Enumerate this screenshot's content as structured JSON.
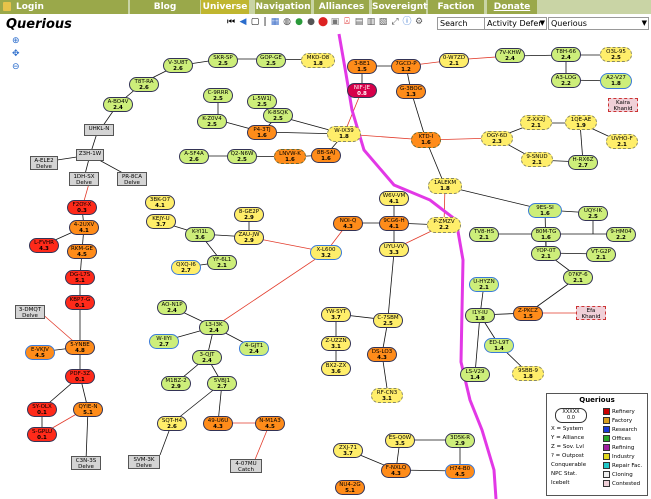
{
  "nav": {
    "login": "Login",
    "items": [
      "Blog",
      "Universe",
      "Navigation",
      "Alliances",
      "Sovereignty",
      "Faction War",
      "Donate"
    ],
    "active": "Universe"
  },
  "page_title": "Querious",
  "toolbar": {
    "search_placeholder": "Search",
    "activity_select": "Activity Defer",
    "region_select": "Querious"
  },
  "colors": {
    "nav_bg": "#9aa84a",
    "nav_active": "#c0b62f",
    "route_line": "#e238e6",
    "connection_line": "#111111",
    "gate_line_red": "#e23a2a"
  },
  "systems": [
    {
      "name": "V-3U8T",
      "sec": "2.6",
      "cls": "g"
    },
    {
      "name": "SKR-SP",
      "sec": "2.5",
      "cls": "g"
    },
    {
      "name": "GOP-GE",
      "sec": "2.5",
      "cls": "g"
    },
    {
      "name": "MKD-O8",
      "sec": "1.8",
      "cls": "y"
    },
    {
      "name": "T8T-RA",
      "sec": "2.6",
      "cls": "g"
    },
    {
      "name": "A-BO4V",
      "sec": "2.4",
      "cls": "g"
    },
    {
      "name": "C-9RRR",
      "sec": "2.5",
      "cls": "g"
    },
    {
      "name": "L-5W1J",
      "sec": "2.5",
      "cls": "g"
    },
    {
      "name": "K-8SQK",
      "sec": "2.5",
      "cls": "g"
    },
    {
      "name": "K-Z0V4",
      "sec": "2.5",
      "cls": "g"
    },
    {
      "name": "P4-3TJ",
      "sec": "1.6",
      "cls": "o"
    },
    {
      "name": "W-IX39",
      "sec": "1.8",
      "cls": "y"
    },
    {
      "name": "A-5F4A",
      "sec": "2.6",
      "cls": "g"
    },
    {
      "name": "Q2-N6W",
      "sec": "2.5",
      "cls": "g"
    },
    {
      "name": "LNVW-K",
      "sec": "1.6",
      "cls": "o"
    },
    {
      "name": "8B-SAJ",
      "sec": "1.6",
      "cls": "o"
    },
    {
      "name": "3-BE1",
      "sec": "1.5",
      "cls": "o"
    },
    {
      "name": "7GCD-P",
      "sec": "1.2",
      "cls": "o"
    },
    {
      "name": "0-W7ZD",
      "sec": "2.1",
      "cls": "y"
    },
    {
      "name": "7V-KHW",
      "sec": "2.4",
      "cls": "g"
    },
    {
      "name": "T8H-66",
      "sec": "2.4",
      "cls": "g"
    },
    {
      "name": "O3L-95",
      "sec": "2.5",
      "cls": "y"
    },
    {
      "name": "NIF-JE",
      "sec": "0.8",
      "cls": "dr"
    },
    {
      "name": "G-3BOG",
      "sec": "1.3",
      "cls": "o"
    },
    {
      "name": "A3-LOG",
      "sec": "2.2",
      "cls": "g"
    },
    {
      "name": "A2-V27",
      "sec": "1.8",
      "cls": "g"
    },
    {
      "name": "KTD-I",
      "sec": "1.6",
      "cls": "o"
    },
    {
      "name": "OGY-6D",
      "sec": "2.3",
      "cls": "y"
    },
    {
      "name": "Z-XX2J",
      "sec": "2.1",
      "cls": "y"
    },
    {
      "name": "1QE-AE",
      "sec": "1.9",
      "cls": "y"
    },
    {
      "name": "UVHO-F",
      "sec": "2.1",
      "cls": "y"
    },
    {
      "name": "9-SNUD",
      "sec": "2.1",
      "cls": "y"
    },
    {
      "name": "H-RX6Z",
      "sec": "2.7",
      "cls": "g"
    },
    {
      "name": "1ALEKM",
      "sec": "1.8",
      "cls": "y"
    },
    {
      "name": "F2OY-X",
      "sec": "0.3",
      "cls": "r"
    },
    {
      "name": "4-2UXV",
      "sec": "4.1",
      "cls": "o"
    },
    {
      "name": "L-FVHR",
      "sec": "4.3",
      "cls": "r"
    },
    {
      "name": "RKM-GE",
      "sec": "4.5",
      "cls": "o"
    },
    {
      "name": "DG-L7S",
      "sec": "5.1",
      "cls": "r"
    },
    {
      "name": "KBP7-G",
      "sec": "0.1",
      "cls": "r"
    },
    {
      "name": "E-VKJV",
      "sec": "4.5",
      "cls": "o"
    },
    {
      "name": "5-YNBE",
      "sec": "4.8",
      "cls": "o"
    },
    {
      "name": "PDF-3Z",
      "sec": "0.1",
      "cls": "r"
    },
    {
      "name": "SY-OLX",
      "sec": "0.1",
      "cls": "r"
    },
    {
      "name": "QYIE-N",
      "sec": "5.1",
      "cls": "o"
    },
    {
      "name": "S-GPLU",
      "sec": "0.1",
      "cls": "r"
    },
    {
      "name": "3BK-O7",
      "sec": "4.1",
      "cls": "y"
    },
    {
      "name": "KEJY-U",
      "sec": "3.7",
      "cls": "y"
    },
    {
      "name": "K-YI1L",
      "sec": "3.6",
      "cls": "g"
    },
    {
      "name": "8-GE2P",
      "sec": "2.9",
      "cls": "y"
    },
    {
      "name": "ZAU-JW",
      "sec": "2.9",
      "cls": "y"
    },
    {
      "name": "QXQ-I6",
      "sec": "2.7",
      "cls": "y"
    },
    {
      "name": "YF-6L1",
      "sec": "2.1",
      "cls": "g"
    },
    {
      "name": "W6V-VM",
      "sec": "4.1",
      "cls": "y"
    },
    {
      "name": "NOI-Q",
      "sec": "4.3",
      "cls": "o"
    },
    {
      "name": "9CG6-H",
      "sec": "4.1",
      "cls": "o"
    },
    {
      "name": "P-ZMZV",
      "sec": "2.2",
      "cls": "y"
    },
    {
      "name": "X-L600",
      "sec": "3.2",
      "cls": "y"
    },
    {
      "name": "UYU-VV",
      "sec": "3.3",
      "cls": "y"
    },
    {
      "name": "AO-N1P",
      "sec": "2.4",
      "cls": "g"
    },
    {
      "name": "L3-I3K",
      "sec": "2.4",
      "cls": "g"
    },
    {
      "name": "W-IIYI",
      "sec": "2.7",
      "cls": "g"
    },
    {
      "name": "3-QJT",
      "sec": "2.4",
      "cls": "g"
    },
    {
      "name": "4-GJT1",
      "sec": "2.4",
      "cls": "g"
    },
    {
      "name": "M1BZ-2",
      "sec": "2.9",
      "cls": "g"
    },
    {
      "name": "5VBJ1",
      "sec": "2.7",
      "cls": "g"
    },
    {
      "name": "SQT-H4",
      "sec": "2.6",
      "cls": "y"
    },
    {
      "name": "49-U6U",
      "sec": "4.3",
      "cls": "o"
    },
    {
      "name": "N-M1A3",
      "sec": "4.5",
      "cls": "o"
    },
    {
      "name": "YW-SYT",
      "sec": "3.7",
      "cls": "y"
    },
    {
      "name": "C-7SBM",
      "sec": "2.5",
      "cls": "y"
    },
    {
      "name": "Z-UZZN",
      "sec": "3.1",
      "cls": "y"
    },
    {
      "name": "DS-LO3",
      "sec": "4.3",
      "cls": "o"
    },
    {
      "name": "BX2-ZX",
      "sec": "3.6",
      "cls": "y"
    },
    {
      "name": "RF-CN3",
      "sec": "3.1",
      "cls": "y"
    },
    {
      "name": "ES-Q0W",
      "sec": "3.5",
      "cls": "y"
    },
    {
      "name": "3D5K-R",
      "sec": "2.9",
      "cls": "g"
    },
    {
      "name": "ZXJ-71",
      "sec": "3.7",
      "cls": "y"
    },
    {
      "name": "F-NXLQ",
      "sec": "4.3",
      "cls": "o"
    },
    {
      "name": "H74-B0",
      "sec": "4.5",
      "cls": "o"
    },
    {
      "name": "NU4-2G",
      "sec": "5.1",
      "cls": "o"
    },
    {
      "name": "9ES-SI",
      "sec": "1.6",
      "cls": "g"
    },
    {
      "name": "UQY-IK",
      "sec": "2.5",
      "cls": "g"
    },
    {
      "name": "TV8-HS",
      "sec": "2.1",
      "cls": "g"
    },
    {
      "name": "80M-TG",
      "sec": "1.6",
      "cls": "g"
    },
    {
      "name": "9-HM04",
      "sec": "2.2",
      "cls": "g"
    },
    {
      "name": "YOP-0T",
      "sec": "2.1",
      "cls": "g"
    },
    {
      "name": "VT-G2P",
      "sec": "2.1",
      "cls": "g"
    },
    {
      "name": "07KF-6",
      "sec": "2.1",
      "cls": "g"
    },
    {
      "name": "U-HYZN",
      "sec": "2.1",
      "cls": "g"
    },
    {
      "name": "I1Y-IU",
      "sec": "1.8",
      "cls": "g"
    },
    {
      "name": "Z-PKCZ",
      "sec": "1.5",
      "cls": "o"
    },
    {
      "name": "ED-L9T",
      "sec": "1.4",
      "cls": "g"
    },
    {
      "name": "LS-V29",
      "sec": "1.4",
      "cls": "g"
    },
    {
      "name": "9SBB-9",
      "sec": "1.8",
      "cls": "y"
    }
  ],
  "stations": [
    {
      "name": "UHKL-N",
      "sub": "",
      "cls": ""
    },
    {
      "name": "Z3H-1W",
      "sub": "",
      "cls": ""
    },
    {
      "name": "A-ELE2",
      "sub": "Delve",
      "cls": ""
    },
    {
      "name": "1DH-SX",
      "sub": "Delve",
      "cls": ""
    },
    {
      "name": "PR-8CA",
      "sub": "Delve",
      "cls": ""
    },
    {
      "name": "Kaira",
      "sub": "Khanid",
      "cls": "pink"
    },
    {
      "name": "3-DMQT",
      "sub": "Delve",
      "cls": ""
    },
    {
      "name": "Efa",
      "sub": "Khanid",
      "cls": "pink"
    },
    {
      "name": "C3N-3S",
      "sub": "Delve",
      "cls": ""
    },
    {
      "name": "SVM-3K",
      "sub": "Delve",
      "cls": ""
    },
    {
      "name": "4-07MU",
      "sub": "Catch",
      "cls": ""
    }
  ],
  "legend": {
    "title": "Querious",
    "sample_name": "XXXXX",
    "sample_sec": "0.0",
    "left": [
      "X = System",
      "Y = Alliance",
      "Z = Sov. Lvl",
      "? = Outpost",
      "Conquerable",
      "NPC Stat.",
      "Icebelt"
    ],
    "right": [
      "Refinery",
      "Factory",
      "Research",
      "Offices",
      "Refining",
      "Industry",
      "Repair Fac.",
      "Cloning",
      "Contested"
    ]
  }
}
